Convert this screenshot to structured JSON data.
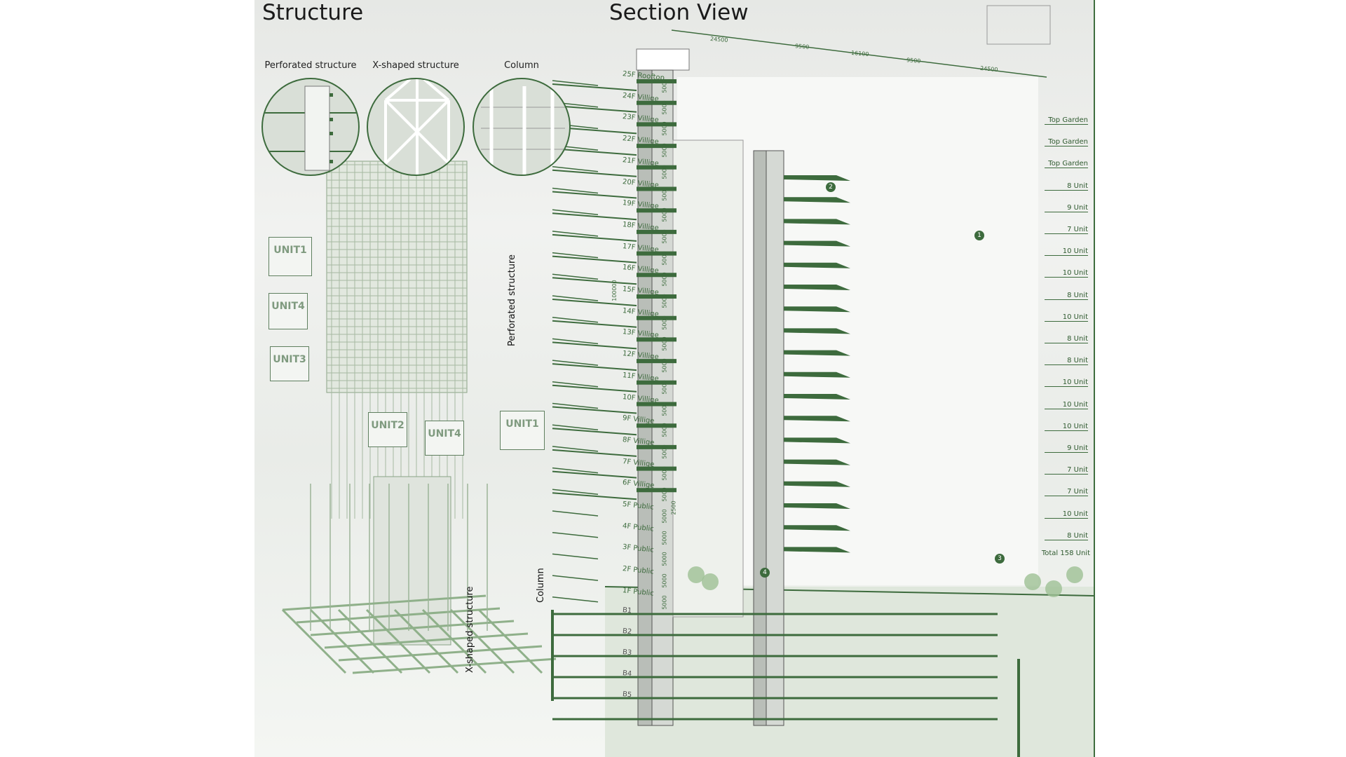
{
  "structure": {
    "title": "Structure",
    "detail_labels": [
      "Perforated structure",
      "X-shaped structure",
      "Column"
    ],
    "units_left": [
      "UNIT1",
      "UNIT4",
      "UNIT3"
    ],
    "units_bottom": [
      "UNIT2",
      "UNIT4",
      "UNIT1"
    ],
    "vertical_labels": [
      "Perforated structure",
      "X-shaped structure",
      "Column"
    ]
  },
  "section": {
    "title": "Section View",
    "dimensions_top": [
      "24500",
      "9500",
      "16100",
      "9500",
      "24500"
    ],
    "total_height": "100000",
    "floor_height": "5000",
    "public_height": "2500",
    "floors": [
      "25F Rooftop",
      "24F Villige",
      "23F Villige",
      "22F Villige",
      "21F Villige",
      "20F Villige",
      "19F Villige",
      "18F Villige",
      "17F Villige",
      "16F Villige",
      "15F Villige",
      "14F Villige",
      "13F Villige",
      "12F Villige",
      "11F Villige",
      "10F Villige",
      "9F Villige",
      "8F Villige",
      "7F Villige",
      "6F Villige",
      "5F Public",
      "4F Public",
      "3F Public",
      "2F Public",
      "1F Public"
    ],
    "basements": [
      "B1",
      "B2",
      "B3",
      "B4",
      "B5"
    ],
    "right_labels": [
      "Top Garden",
      "Top Garden",
      "Top Garden",
      "8 Unit",
      "9 Unit",
      "7 Unit",
      "10 Unit",
      "10 Unit",
      "8 Unit",
      "10 Unit",
      "8 Unit",
      "8 Unit",
      "10 Unit",
      "10 Unit",
      "10 Unit",
      "9 Unit",
      "7 Unit",
      "7 Unit",
      "10 Unit",
      "8 Unit"
    ],
    "total_units": "Total 158 Unit",
    "markers": [
      "1",
      "2",
      "3",
      "4"
    ]
  },
  "colors": {
    "accent": "#3d6b3d",
    "light": "#a9c3a2"
  }
}
